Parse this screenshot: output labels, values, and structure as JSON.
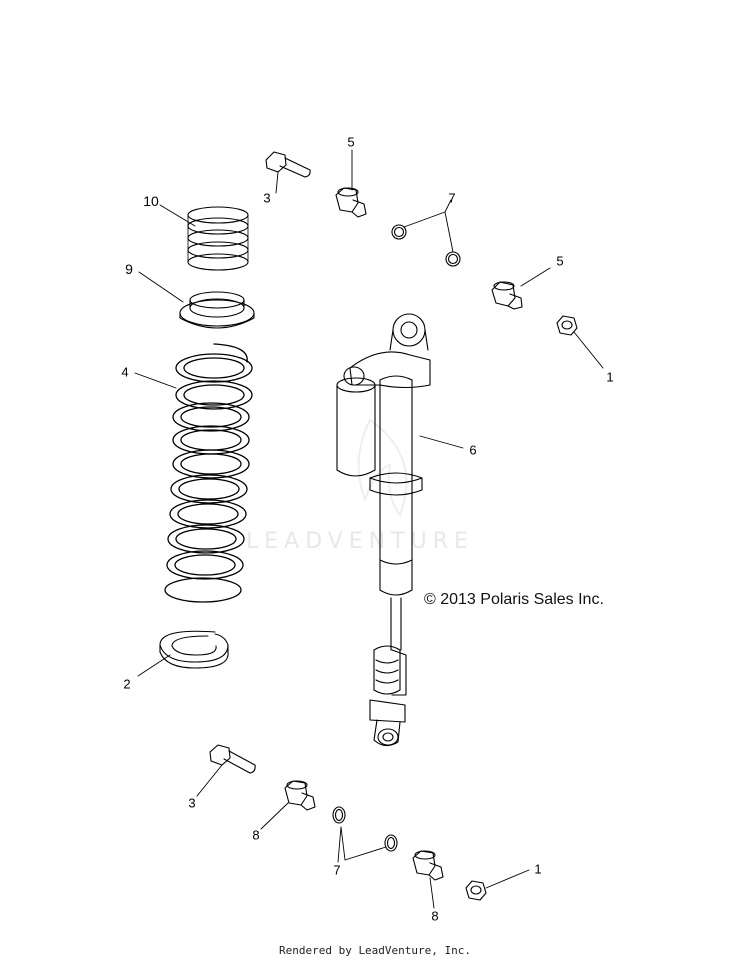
{
  "copyright": "© 2013 Polaris Sales Inc.",
  "watermark": "LEADVENTURE",
  "footer": "Rendered by LeadVenture, Inc.",
  "callouts": [
    {
      "id": "callout-10",
      "label": "10"
    },
    {
      "id": "callout-9",
      "label": "9"
    },
    {
      "id": "callout-4",
      "label": "4"
    },
    {
      "id": "callout-2",
      "label": "2"
    },
    {
      "id": "callout-3-top",
      "label": "3"
    },
    {
      "id": "callout-5-top",
      "label": "5"
    },
    {
      "id": "callout-7-top",
      "label": "7"
    },
    {
      "id": "callout-5-right",
      "label": "5"
    },
    {
      "id": "callout-1-top",
      "label": "1"
    },
    {
      "id": "callout-6",
      "label": "6"
    },
    {
      "id": "callout-3-bottom",
      "label": "3"
    },
    {
      "id": "callout-8-left",
      "label": "8"
    },
    {
      "id": "callout-7-bottom",
      "label": "7"
    },
    {
      "id": "callout-8-bottom",
      "label": "8"
    },
    {
      "id": "callout-1-bottom",
      "label": "1"
    }
  ]
}
